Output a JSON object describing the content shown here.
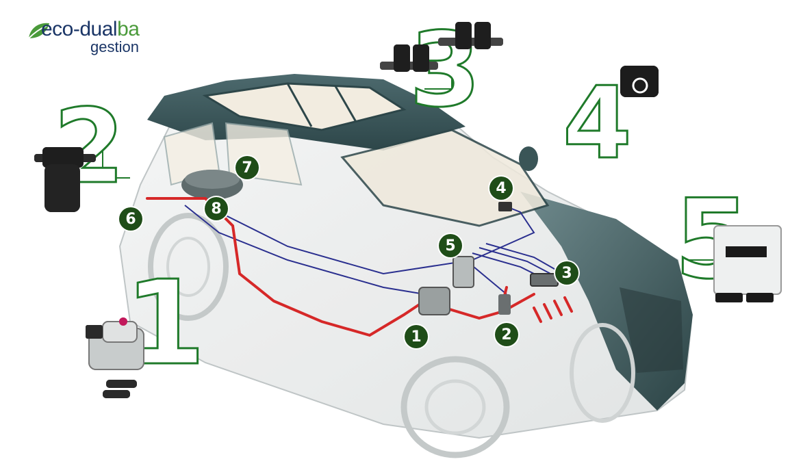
{
  "logo": {
    "main_text": "eco-dual",
    "main_accent": "ba",
    "sub_text": "gestion"
  },
  "callouts": [
    "1",
    "2",
    "3",
    "4",
    "5"
  ],
  "markers": [
    "1",
    "2",
    "3",
    "4",
    "5",
    "6",
    "7",
    "8"
  ],
  "colors": {
    "accent_green": "#1f7a2a",
    "badge_green": "#1f4d18",
    "gas_line": "#d62828",
    "signal_line": "#2a2f8f"
  }
}
